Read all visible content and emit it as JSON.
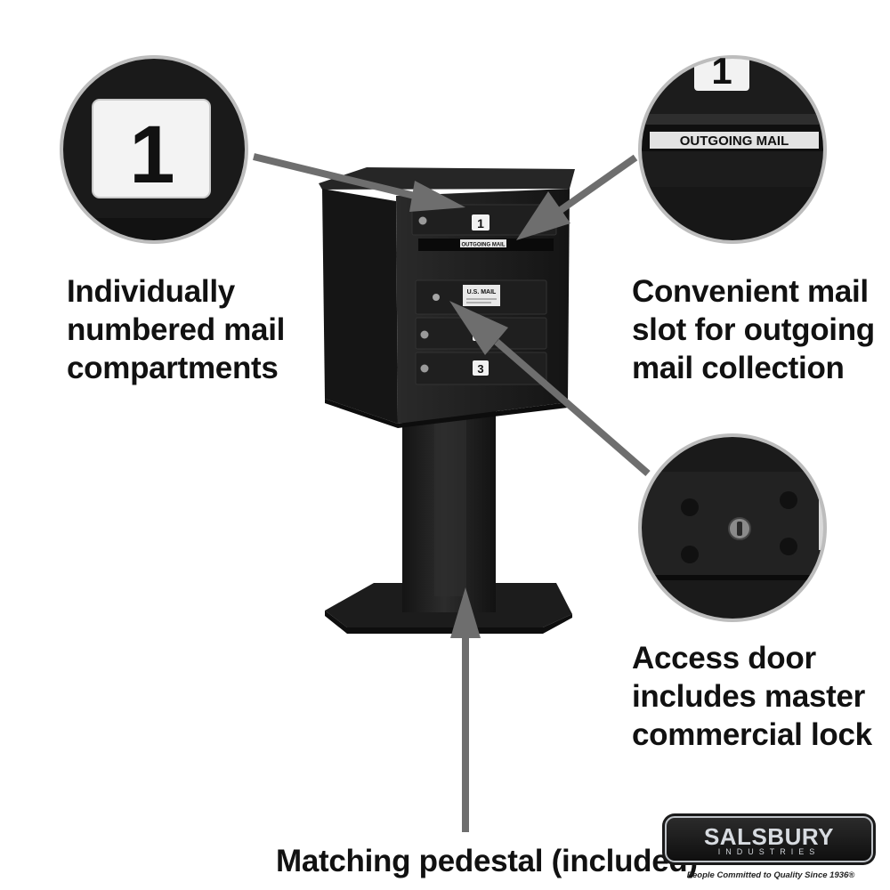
{
  "callouts": {
    "numbered": [
      "Individually",
      "numbered mail",
      "compartments"
    ],
    "slot": [
      "Convenient mail",
      "slot for outgoing",
      "mail collection"
    ],
    "lock": [
      "Access door",
      "includes master",
      "commercial lock"
    ],
    "pedestal": "Matching pedestal (included)"
  },
  "zoom_numbered": {
    "number": "1"
  },
  "zoom_slot": {
    "number": "1",
    "label": "OUTGOING MAIL"
  },
  "mailbox": {
    "door_numbers": [
      "1",
      "2",
      "3"
    ],
    "slot_label": "OUTGOING MAIL",
    "access_door_label": "U.S. MAIL"
  },
  "logo": {
    "brand": "SALSBURY",
    "subtitle": "INDUSTRIES",
    "tagline": "People Committed to Quality Since 1936®"
  },
  "colors": {
    "background": "#ffffff",
    "mailbox": "#1b1b1b",
    "arrow": "#6e6e6e",
    "text": "#111111"
  }
}
